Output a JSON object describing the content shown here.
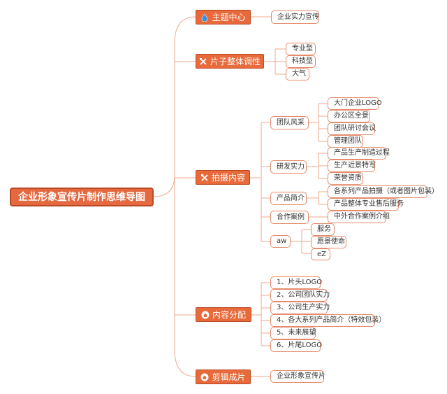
{
  "root": "企业形象宣传片制作思维导图",
  "branches": [
    {
      "label": "主题中心",
      "icon": "water-drop-icon",
      "children": [
        "企业实力宣传"
      ]
    },
    {
      "label": "片子整体调性",
      "icon": "tools-icon",
      "children": [
        "专业型",
        "科技型",
        "大气"
      ]
    },
    {
      "label": "拍摄内容",
      "icon": "tools-icon",
      "children": [
        {
          "label": "团队风采",
          "children": [
            "大门企业LOGO",
            "办公区全景",
            "团队研讨会议",
            "管理团队"
          ]
        },
        {
          "label": "研发实力",
          "children": [
            "产品生产制造过程",
            "生产近景特写",
            "荣誉资质"
          ]
        },
        {
          "label": "产品简介",
          "children": [
            "各系列产品拍摄（或者图片包装）",
            "产品整体专业售后服务"
          ]
        },
        {
          "label": "合作案例",
          "children": [
            "中外合作案例介绍"
          ]
        },
        {
          "label": "aw",
          "children": [
            "服务",
            "愿景使命",
            "eZ"
          ]
        }
      ]
    },
    {
      "label": "内容分配",
      "icon": "home-icon",
      "children": [
        "1、片头LOGO",
        "2、公司团队实力",
        "3、公司生产实力",
        "4、各大系列产品简介（特效包装）",
        "5、未来展望",
        "6、片尾LOGO"
      ]
    },
    {
      "label": "剪辑成片",
      "icon": "home-icon",
      "children": [
        "企业形象宣传片"
      ]
    }
  ],
  "colors": {
    "accent": "#e86a3a",
    "line": "#f0a98c",
    "leaf_border": "#e58a6a"
  }
}
